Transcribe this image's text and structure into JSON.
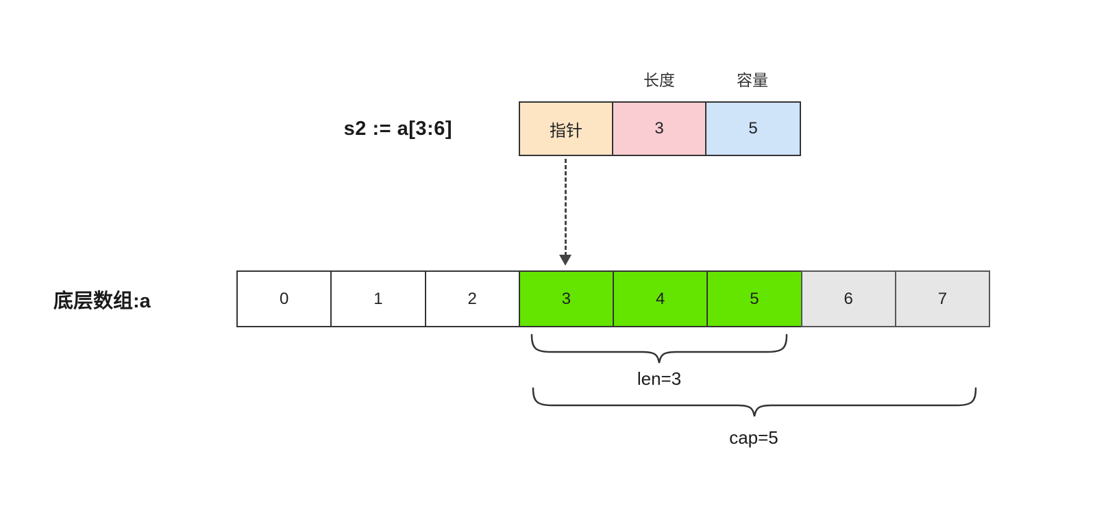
{
  "slice_header": {
    "expression": "s2 := a[3:6]",
    "length_header": "长度",
    "capacity_header": "容量",
    "pointer_label": "指针",
    "length_value": "3",
    "capacity_value": "5"
  },
  "array": {
    "label": "底层数组:a",
    "cells": [
      {
        "value": "0",
        "state": "free"
      },
      {
        "value": "1",
        "state": "free"
      },
      {
        "value": "2",
        "state": "free"
      },
      {
        "value": "3",
        "state": "slice"
      },
      {
        "value": "4",
        "state": "slice"
      },
      {
        "value": "5",
        "state": "slice"
      },
      {
        "value": "6",
        "state": "unused"
      },
      {
        "value": "7",
        "state": "unused"
      }
    ]
  },
  "annotations": {
    "len": "len=3",
    "cap": "cap=5"
  },
  "colors": {
    "pointer_bg": "#fde5c4",
    "length_bg": "#f9cdd2",
    "capacity_bg": "#cfe3f9",
    "slice_cell_bg": "#63e500",
    "unused_cell_bg": "#e6e6e6",
    "free_cell_bg": "#ffffff",
    "stroke": "#333333"
  }
}
